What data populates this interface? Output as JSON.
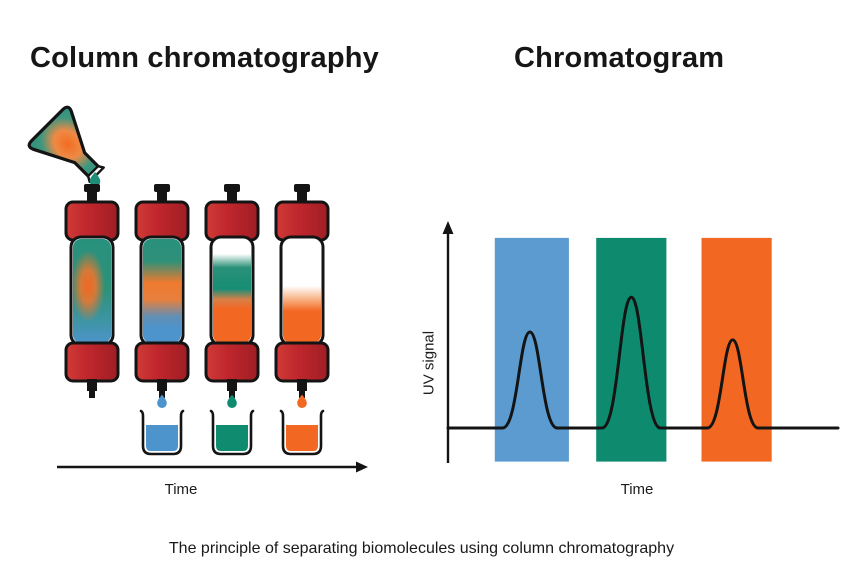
{
  "page": {
    "background": "#ffffff",
    "caption": "The principle of separating biomolecules using column chromatography"
  },
  "left_panel": {
    "title": "Column chromatography",
    "time_axis_label": "Time",
    "flask": {
      "description": "tilted flask pouring mixed sample into first column",
      "core_color": "#f26722",
      "edge_color": "#28917d",
      "drop_color": "#1f8e79"
    },
    "column_colors": {
      "fitting_red": "#c1272d",
      "teal": "#28917d",
      "blue": "#4d93cc",
      "orange": "#f26722",
      "outline": "#141414"
    },
    "stages": [
      {
        "label": "column-1",
        "beaker_color": null,
        "drop_color": null
      },
      {
        "label": "column-2",
        "beaker_color": "#4d93cc",
        "drop_color": "#4d93cc"
      },
      {
        "label": "column-3",
        "beaker_color": "#0f8b70",
        "drop_color": "#0f8b70"
      },
      {
        "label": "column-4",
        "beaker_color": "#f26722",
        "drop_color": "#f26722"
      }
    ]
  },
  "chromatogram": {
    "title": "Chromatogram",
    "xlabel": "Time",
    "ylabel": "UV signal"
  },
  "chart_data": {
    "type": "line",
    "title": "Chromatogram",
    "xlabel": "Time",
    "ylabel": "UV signal",
    "xlim": [
      0,
      10
    ],
    "ylim": [
      0,
      10
    ],
    "baseline": 0,
    "band_top": 9.6,
    "band_bottom": -1.7,
    "curve_color": "#141414",
    "grid": false,
    "peaks": [
      {
        "center": 2.1,
        "height": 4.85,
        "width": 1.4,
        "band_color": "#5b9bd0",
        "band_range": [
          1.2,
          3.1
        ]
      },
      {
        "center": 4.7,
        "height": 6.6,
        "width": 1.5,
        "band_color": "#0e8b6f",
        "band_range": [
          3.8,
          5.6
        ]
      },
      {
        "center": 7.3,
        "height": 4.45,
        "width": 1.3,
        "band_color": "#f26722",
        "band_range": [
          6.5,
          8.3
        ]
      }
    ]
  }
}
